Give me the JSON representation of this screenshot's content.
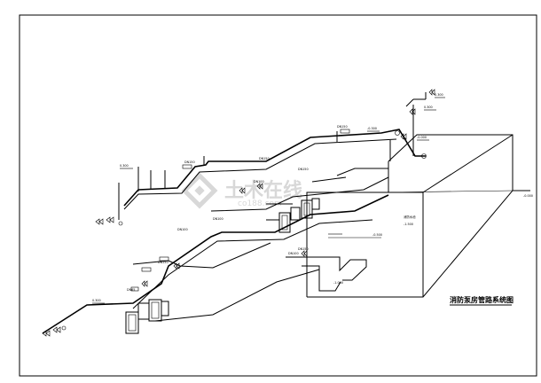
{
  "drawing": {
    "title": "消防泵房管路系统图",
    "tank_label": "消防水池"
  },
  "watermark": {
    "text": "土木在线",
    "sub": "co188.com"
  },
  "labels": {
    "l1": "0.300",
    "l2": "0.300",
    "l3": "0.300",
    "l4": "-0.000",
    "l5": "-0.300",
    "l6": "-1.000",
    "l7": "-1.500",
    "l8": "DN150",
    "l9": "DN150",
    "l10": "DN100",
    "l11": "DN100",
    "l12": "DN150",
    "l13": "DN65",
    "l14": "DN150",
    "l15": "DN150",
    "l16": "DN150",
    "l17": "DN100",
    "l18": "DN100",
    "l19": "-0.500",
    "l20": "0.300",
    "l21": "-0.000"
  }
}
